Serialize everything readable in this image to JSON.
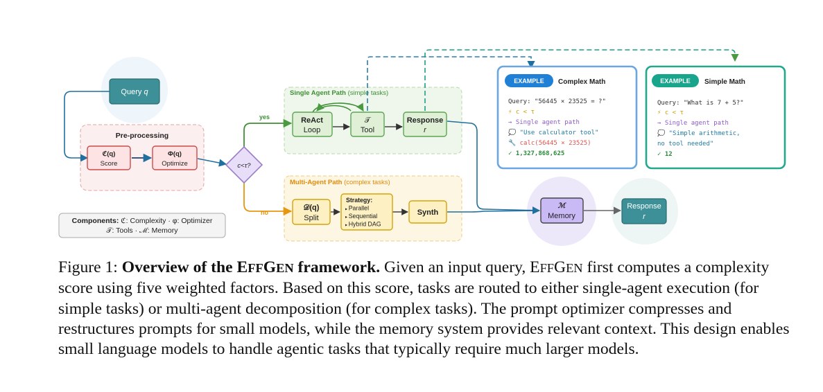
{
  "diagram": {
    "query": {
      "label": "Query",
      "var": "q"
    },
    "preprocessing": {
      "title": "Pre-processing",
      "score": {
        "symbol": "ℭ(q)",
        "label": "Score"
      },
      "optimize": {
        "symbol": "Φ(q)",
        "label": "Optimize"
      }
    },
    "decision": {
      "label": "c<τ?",
      "yes": "yes",
      "no": "no"
    },
    "single_agent": {
      "title": "Single Agent Path",
      "subtitle": "(simple tasks)",
      "react": {
        "line1": "ReAct",
        "line2": "Loop"
      },
      "tool": {
        "symbol": "𝒯",
        "label": "Tool"
      },
      "response": {
        "line1": "Response",
        "var": "r"
      }
    },
    "multi_agent": {
      "title": "Multi-Agent Path",
      "subtitle": "(complex tasks)",
      "split": {
        "symbol": "𝒟(q)",
        "label": "Split"
      },
      "strategy": {
        "title": "Strategy:",
        "items": [
          "Parallel",
          "Sequential",
          "Hybrid DAG"
        ]
      },
      "synth": {
        "label": "Synth"
      }
    },
    "memory": {
      "symbol": "ℳ",
      "label": "Memory"
    },
    "final_response": {
      "label": "Response",
      "var": "r"
    },
    "components": {
      "title": "Components:",
      "line1": "ℭ: Complexity · φ: Optimizer",
      "line2": "𝒯: Tools · ℳ: Memory"
    },
    "example_complex": {
      "badge": "EXAMPLE",
      "title": "Complex Math",
      "lines": [
        "Query: \"56445 × 23525 = ?\"",
        "⚡ c < τ",
        "→ Single agent path",
        "💭 \"Use calculator tool\"",
        "🔧 calc(56445 × 23525)",
        "✓ 1,327,868,625"
      ]
    },
    "example_simple": {
      "badge": "EXAMPLE",
      "title": "Simple Math",
      "lines": [
        "Query: \"What is 7 + 5?\"",
        "⚡ c < τ",
        "→ Single agent path",
        "💭 \"Simple arithmetic,",
        "no tool needed\"",
        "✓ 12"
      ]
    },
    "colors": {
      "teal": "#2f8f95",
      "red": "#d9534f",
      "purple": "#9a7fc7",
      "green": "#5aa552",
      "orange": "#e8960f",
      "gold": "#d4a30a",
      "blue": "#4a90d9",
      "link": "#1f7aa0"
    }
  },
  "caption": {
    "label": "Figure 1:",
    "bold_part1": "Overview of the E",
    "bold_sc1": "FF",
    "bold_g": "G",
    "bold_sc2": "EN",
    "bold_part2": " framework.",
    "text1": " Given an input query, E",
    "sc1": "FF",
    "g": "G",
    "sc2": "EN",
    "text2": " first computes a complexity score using five weighted factors.  Based on this score, tasks are routed to either single-agent execution (for simple tasks) or multi-agent decomposition (for complex tasks). The prompt optimizer compresses and restructures prompts for small models, while the memory system provides relevant context. This design enables small language models to handle agentic tasks that typically require much larger models."
  }
}
